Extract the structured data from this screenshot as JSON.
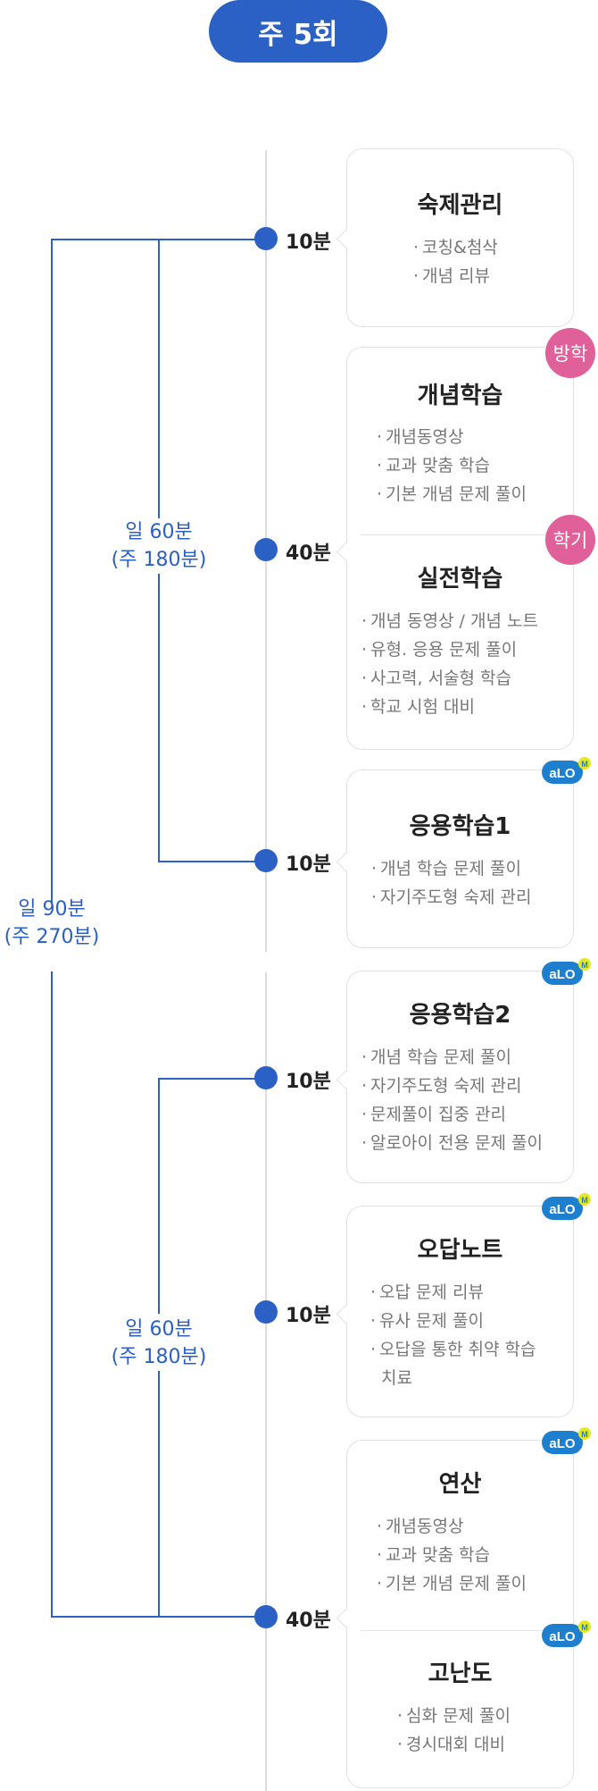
{
  "header": {
    "frequency": "주 5회"
  },
  "groups": {
    "left_total": {
      "line1": "일 90분",
      "line2": "(주 270분)"
    },
    "upper": {
      "line1": "일 60분",
      "line2": "(주 180분)"
    },
    "lower": {
      "line1": "일 60분",
      "line2": "(주 180분)"
    }
  },
  "durations": [
    "10분",
    "40분",
    "10분",
    "10분",
    "10분",
    "40분"
  ],
  "cards": [
    {
      "title": "숙제관리",
      "items": [
        "코칭&첨삭",
        "개념 리뷰"
      ]
    },
    {
      "title": "개념학습",
      "badge": "방학",
      "items": [
        "개념동영상",
        "교과 맞춤 학습",
        "기본 개념 문제 풀이"
      ]
    },
    {
      "title": "실전학습",
      "badge": "학기",
      "items": [
        "개념 동영상 / 개념 노트",
        "유형. 응용 문제 풀이",
        "사고력, 서술형 학습",
        "학교 시험 대비"
      ]
    },
    {
      "title": "응용학습1",
      "items": [
        "개념 학습 문제 풀이",
        "자기주도형 숙제 관리"
      ]
    },
    {
      "title": "응용학습2",
      "items": [
        "개념 학습 문제 풀이",
        "자기주도형 숙제 관리",
        "문제풀이 집중 관리",
        "알로아이 전용 문제 풀이"
      ]
    },
    {
      "title": "오답노트",
      "items": [
        "오답 문제 리뷰",
        "유사 문제 풀이",
        "오답을 통한 취약 학습",
        "치료"
      ]
    },
    {
      "title": "연산",
      "items": [
        "개념동영상",
        "교과 맞춤 학습",
        "기본 개념 문제 풀이"
      ]
    },
    {
      "title": "고난도",
      "items": [
        "심화 문제 풀이",
        "경시대회 대비"
      ]
    }
  ],
  "alo_badge": {
    "text": "aLO",
    "letter": "M"
  },
  "colors": {
    "accent": "#2b60c4",
    "badge_pink": "#e0609a",
    "alo_blue": "#1f7fcf",
    "alo_yellow": "#e4e81e"
  }
}
